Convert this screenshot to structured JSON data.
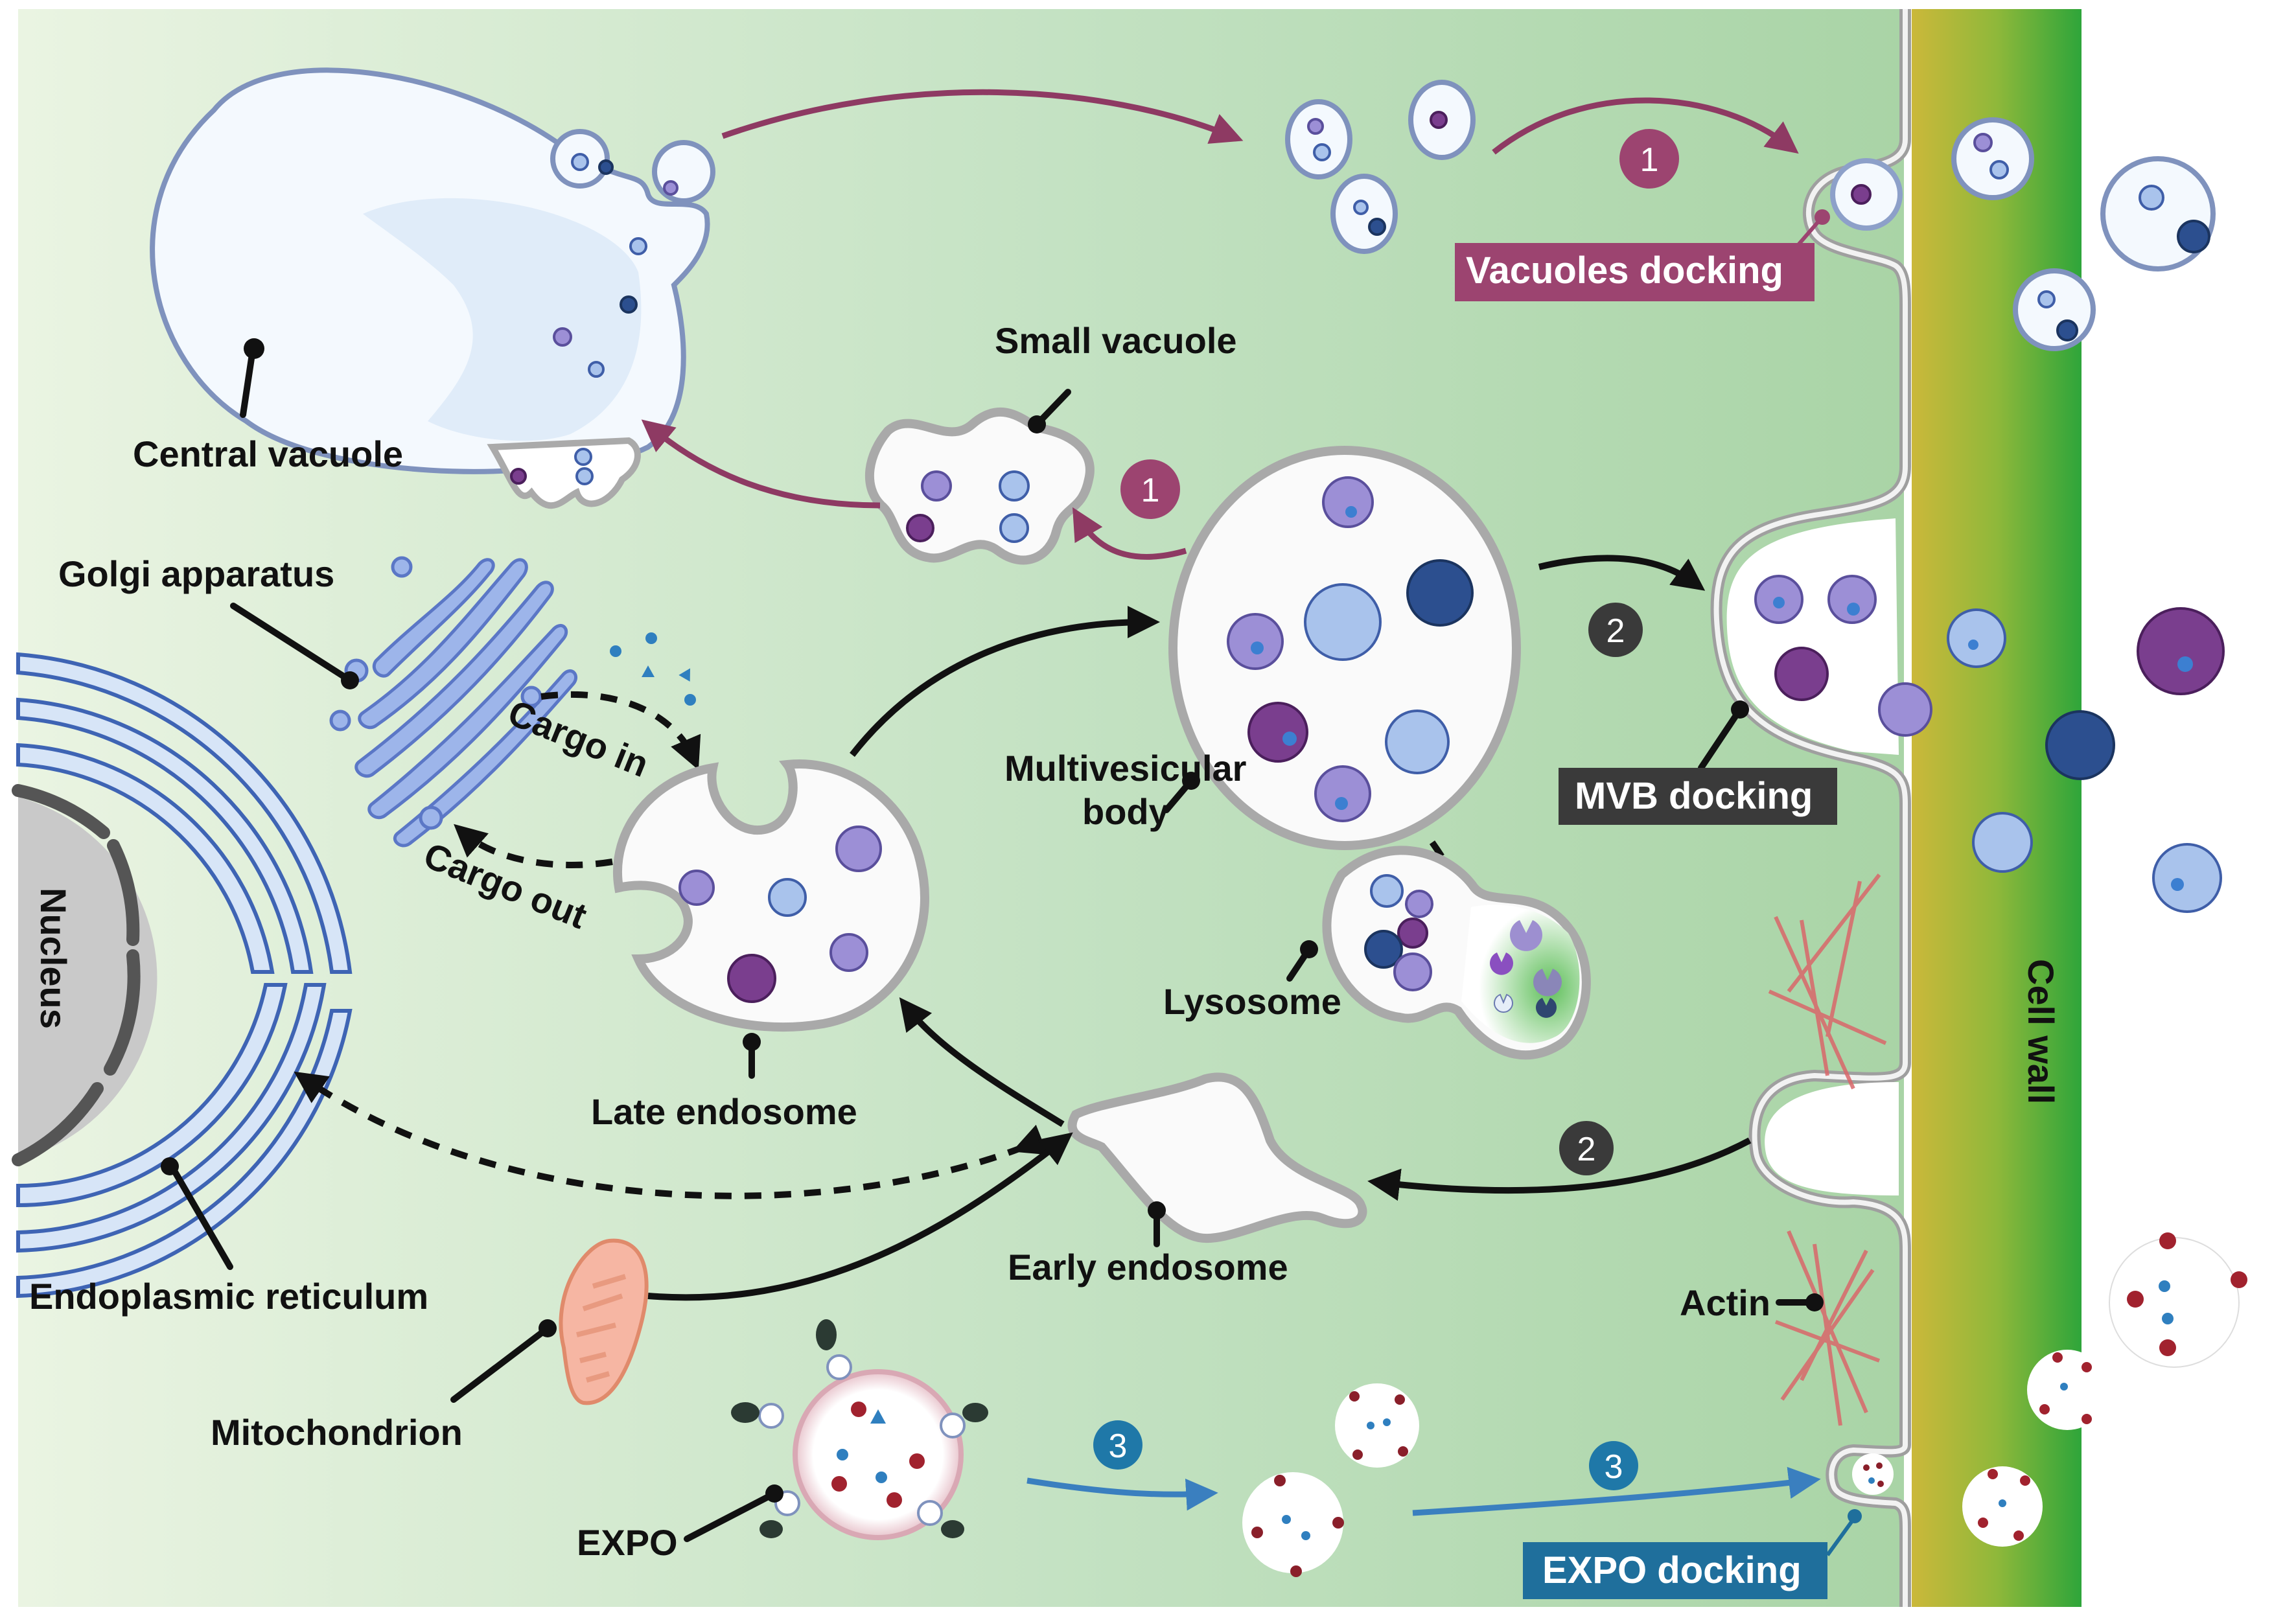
{
  "figure": {
    "title": "Plant extracellular vesicle secretion pathways"
  },
  "labels": {
    "central_vacuole": "Central vacuole",
    "small_vacuole": "Small vacuole",
    "golgi": "Golgi apparatus",
    "cargo_in": "Cargo in",
    "cargo_out": "Cargo out",
    "nucleus": "Nucleus",
    "late_endosome": "Late endosome",
    "multivesicular_body_line1": "Multivesicular",
    "multivesicular_body_line2": "body",
    "lysosome": "Lysosome",
    "early_endosome": "Early endosome",
    "endoplasmic_reticulum": "Endoplasmic reticulum",
    "mitochondrion": "Mitochondrion",
    "expo": "EXPO",
    "actin": "Actin",
    "cell_wall": "Cell wall"
  },
  "docking_boxes": {
    "vacuoles": {
      "label": "Vacuoles docking",
      "color": "#9c4470"
    },
    "mvb": {
      "label": "MVB docking",
      "color": "#3a3a3a"
    },
    "expo": {
      "label": "EXPO  docking",
      "color": "#1f6f9c"
    }
  },
  "pathway_badges": [
    {
      "id": "pathway-1-top",
      "text": "1",
      "color": "#9c4470"
    },
    {
      "id": "pathway-1-mid",
      "text": "1",
      "color": "#9c4470"
    },
    {
      "id": "pathway-2-upper",
      "text": "2",
      "color": "#3a3a3a"
    },
    {
      "id": "pathway-2-lower",
      "text": "2",
      "color": "#3a3a3a"
    },
    {
      "id": "pathway-3-left",
      "text": "3",
      "color": "#1f78a8"
    },
    {
      "id": "pathway-3-right",
      "text": "3",
      "color": "#1f78a8"
    }
  ],
  "colors": {
    "cytoplasm_light": "#e8f3df",
    "cytoplasm_mid": "#b9dcb7",
    "cell_wall_left": "#c9b93a",
    "cell_wall_right": "#2ea639",
    "vacuole_route": "#8e3a63",
    "mvb_route": "#111111",
    "expo_route": "#3a7fbf",
    "actin": "#d9676a"
  }
}
